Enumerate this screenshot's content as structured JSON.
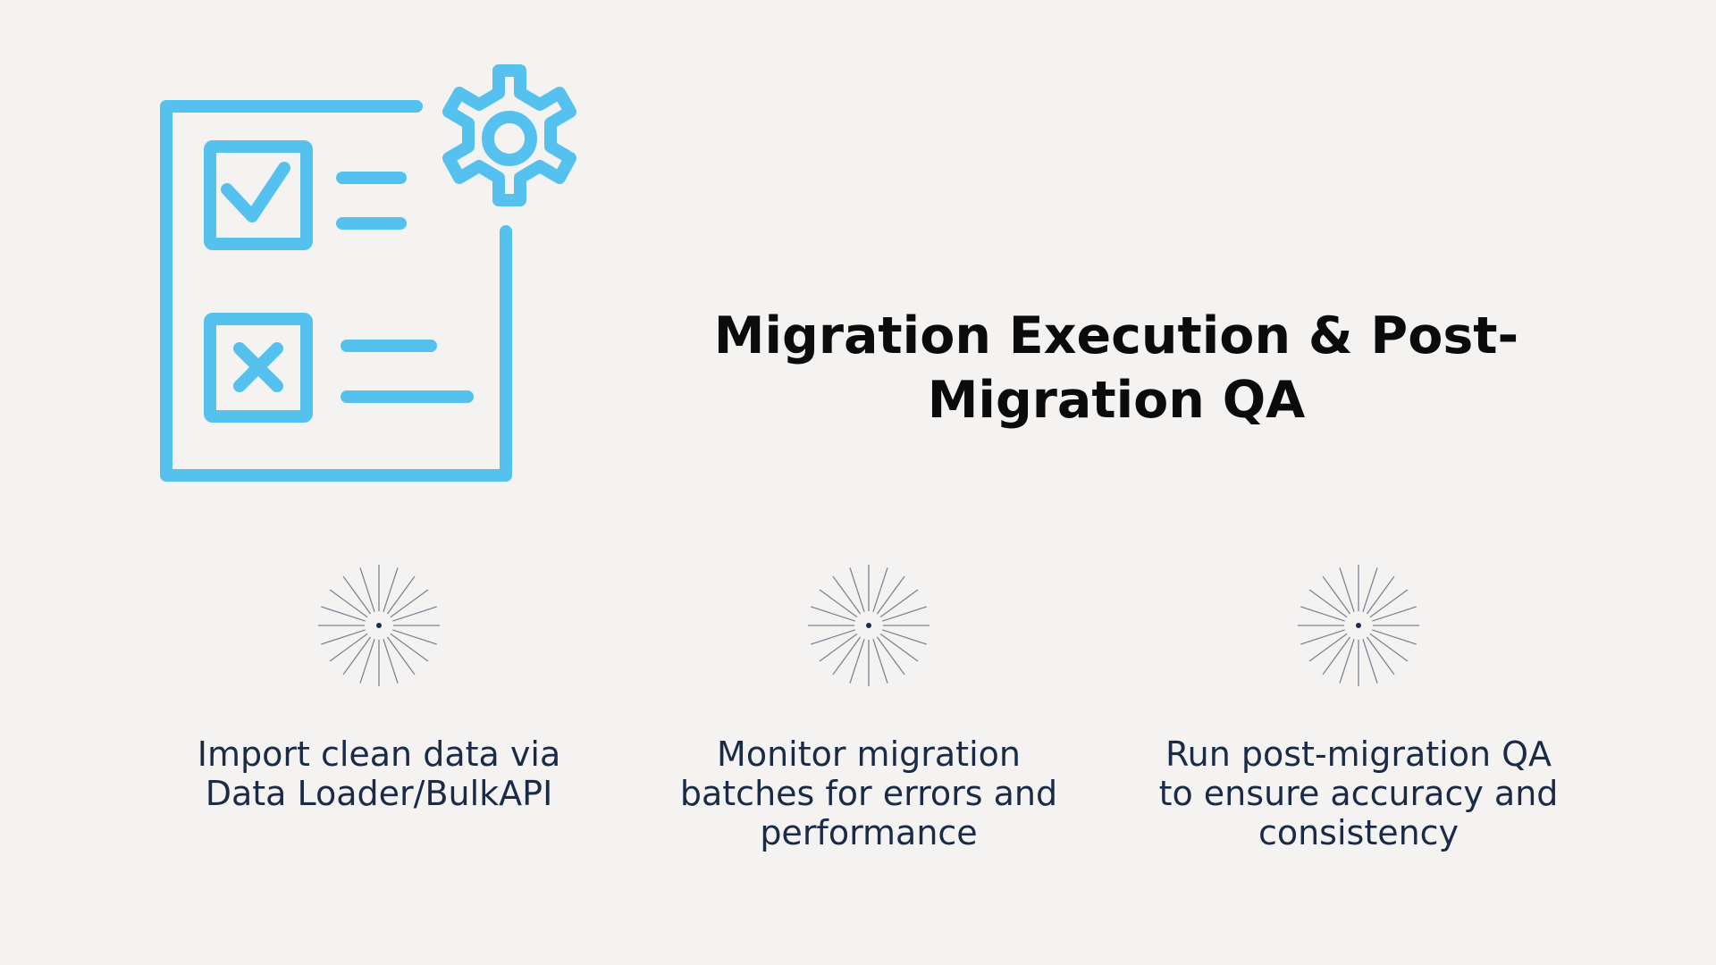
{
  "heading": {
    "line1": "Migration Execution & Post-",
    "line2": "Migration QA"
  },
  "colors": {
    "accent": "#55c1ee",
    "heading": "#0b0b0b",
    "caption": "#1b2b46",
    "spark_lines": "#7d8595",
    "spark_dot": "#1d2c4c",
    "background": "#f4f3f1"
  },
  "hero_icon": "checklist-gear-icon",
  "steps": [
    {
      "icon": "sparkle-burst-icon",
      "text": "Import clean data via Data Loader/BulkAPI"
    },
    {
      "icon": "sparkle-burst-icon",
      "text": "Monitor migration batches for errors and performance"
    },
    {
      "icon": "sparkle-burst-icon",
      "text": "Run post-migration QA to ensure accuracy and consistency"
    }
  ]
}
